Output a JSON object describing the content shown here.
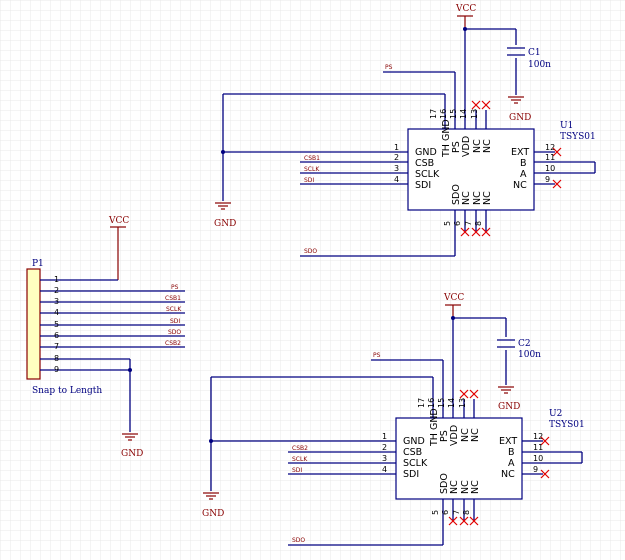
{
  "chip_pins": {
    "gnd": "GND",
    "csb": "CSB",
    "sclk": "SCLK",
    "sdi": "SDI",
    "th_gnd": "TH GND",
    "ps": "PS",
    "vdd": "VDD",
    "nc": "NC",
    "sdo": "SDO",
    "ext": "EXT",
    "b": "B",
    "a": "A"
  },
  "pin_numbers": {
    "p1": "1",
    "p2": "2",
    "p3": "3",
    "p4": "4",
    "p5": "5",
    "p6": "6",
    "p7": "7",
    "p8": "8",
    "p9": "9",
    "p10": "10",
    "p11": "11",
    "p12": "12",
    "p13": "13",
    "p14": "14",
    "p15": "15",
    "p16": "16",
    "p17": "17"
  },
  "power": {
    "vcc": "VCC",
    "gnd": "GND"
  },
  "u1": {
    "ref": "U1",
    "value": "TSYS01"
  },
  "u2": {
    "ref": "U2",
    "value": "TSYS01"
  },
  "c1": {
    "ref": "C1",
    "value": "100n"
  },
  "c2": {
    "ref": "C2",
    "value": "100n"
  },
  "p1": {
    "ref": "P1",
    "value": "Snap to Length",
    "pins": [
      "1",
      "2",
      "3",
      "4",
      "5",
      "6",
      "7",
      "8",
      "9"
    ],
    "nets": [
      "PS",
      "CSB1",
      "SCLK",
      "SDI",
      "SDO",
      "CSB2"
    ]
  },
  "u1_nets": {
    "ps": "PS",
    "csb": "CSB1",
    "sclk": "SCLK",
    "sdi": "SDI",
    "sdo": "SDO"
  },
  "u2_nets": {
    "ps": "PS",
    "csb": "CSB2",
    "sclk": "SCLK",
    "sdi": "SDI",
    "sdo": "SDO"
  },
  "colors": {
    "wire": "#000080",
    "power": "#880000",
    "no_connect": "#e00000",
    "connector_fill": "#ffffc0",
    "grid": "#e8e8e8"
  }
}
